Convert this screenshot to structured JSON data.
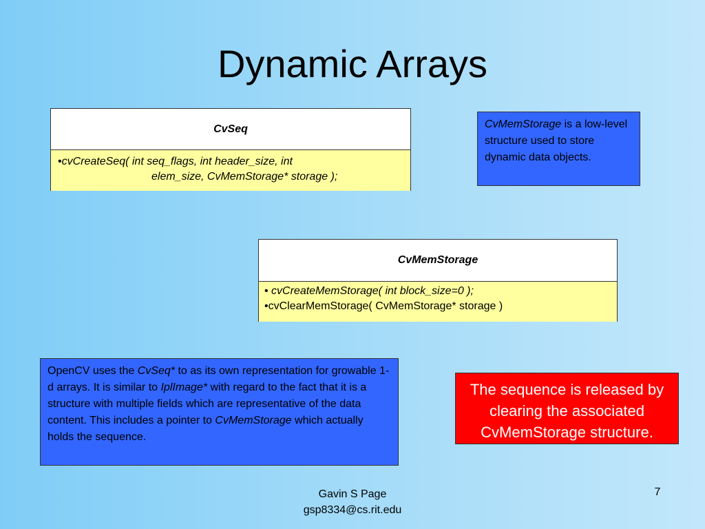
{
  "slide": {
    "title": "Dynamic Arrays",
    "page_number": "7"
  },
  "cvseq_box": {
    "header": "CvSeq",
    "bullet": "•",
    "method_line1": "cvCreateSeq( int seq_flags, int header_size, int",
    "method_line2": "elem_size, CvMemStorage* storage );"
  },
  "note_memstorage": {
    "term": "CvMemStorage",
    "text": " is a low-level structure used to store dynamic data objects."
  },
  "cvmemstorage_box": {
    "header": "CvMemStorage",
    "bullet1": "• ",
    "method1": "cvCreateMemStorage( int block_size=0 );",
    "method2": "•cvClearMemStorage( CvMemStorage* storage )"
  },
  "opencv_note": {
    "part1": "OpenCV uses the ",
    "term1": "CvSeq*",
    "part2": " to as its own representation for growable 1-d arrays. It is similar to ",
    "term2": "IplImage*",
    "part3": " with regard to the fact that it is a structure with multiple fields which are representative of the data content. This includes a pointer to ",
    "term3": "CvMemStorage",
    "part4": " which actually holds the sequence."
  },
  "release_note": {
    "text": "The sequence is released by clearing the associated CvMemStorage structure."
  },
  "footer": {
    "author": "Gavin S Page",
    "email": "gsp8334@cs.rit.edu"
  }
}
